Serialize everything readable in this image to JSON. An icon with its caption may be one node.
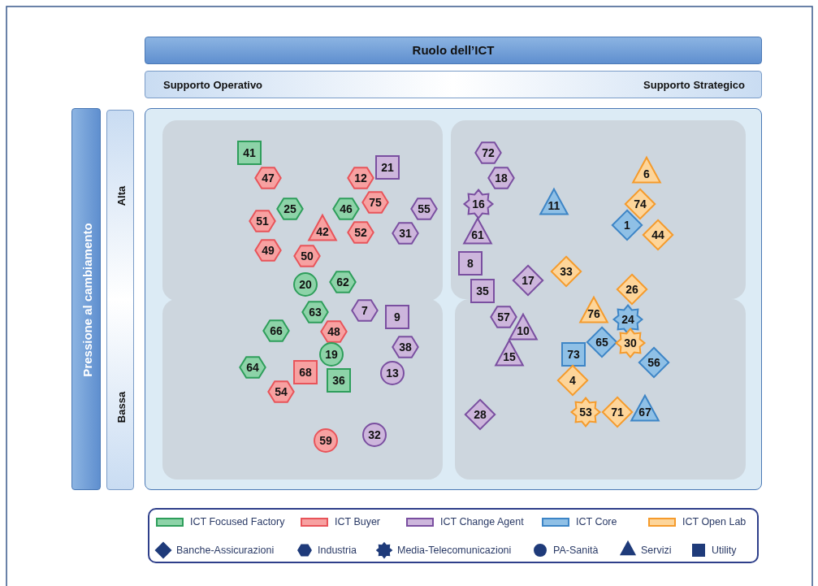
{
  "diagram": {
    "nodes": [
      {
        "text": [
          "Ruolo dell’ICT"
        ]
      },
      {
        "text": [
          "Supporto Operativo",
          "Supporto Strategico"
        ]
      },
      {
        "text": [
          "Pressione al cambiamento"
        ]
      },
      {
        "text": [
          "Alta",
          "Bassa"
        ]
      },
      {
        "text": [],
        "shape": "box"
      },
      {
        "text": [
          "41"
        ],
        "in": 4
      },
      {
        "text": [
          "47"
        ],
        "in": 4
      },
      {
        "text": [
          "25"
        ],
        "in": 4
      },
      {
        "text": [
          "51"
        ],
        "in": 4
      },
      {
        "text": [
          "49"
        ],
        "in": 4
      },
      {
        "text": [
          "42"
        ],
        "in": 4
      },
      {
        "text": [
          "50"
        ],
        "in": 4
      },
      {
        "text": [
          "12"
        ],
        "in": 4
      },
      {
        "text": [
          "21"
        ],
        "in": 4
      },
      {
        "text": [
          "46"
        ],
        "in": 4
      },
      {
        "text": [
          "75"
        ],
        "in": 4
      },
      {
        "text": [
          "52"
        ],
        "in": 4
      },
      {
        "text": [
          "55"
        ],
        "in": 4
      },
      {
        "text": [
          "31"
        ],
        "in": 4
      },
      {
        "text": [
          "20"
        ],
        "in": 4
      },
      {
        "text": [
          "62"
        ],
        "in": 4
      },
      {
        "text": [
          "63"
        ],
        "in": 4
      },
      {
        "text": [
          "7"
        ],
        "in": 4
      },
      {
        "text": [
          "9"
        ],
        "in": 4
      },
      {
        "text": [
          "66"
        ],
        "in": 4
      },
      {
        "text": [
          "48"
        ],
        "in": 4
      },
      {
        "text": [
          "19"
        ],
        "in": 4
      },
      {
        "text": [
          "38"
        ],
        "in": 4
      },
      {
        "text": [
          "64"
        ],
        "in": 4
      },
      {
        "text": [
          "68"
        ],
        "in": 4
      },
      {
        "text": [
          "36"
        ],
        "in": 4
      },
      {
        "text": [
          "13"
        ],
        "in": 4
      },
      {
        "text": [
          "54"
        ],
        "in": 4
      },
      {
        "text": [
          "59"
        ],
        "in": 4
      },
      {
        "text": [
          "32"
        ],
        "in": 4
      },
      {
        "text": [
          "72"
        ],
        "in": 4
      },
      {
        "text": [
          "18"
        ],
        "in": 4
      },
      {
        "text": [
          "16"
        ],
        "in": 4
      },
      {
        "text": [
          "61"
        ],
        "in": 4
      },
      {
        "text": [
          "8"
        ],
        "in": 4
      },
      {
        "text": [
          "35"
        ],
        "in": 4
      },
      {
        "text": [
          "17"
        ],
        "in": 4
      },
      {
        "text": [
          "57"
        ],
        "in": 4
      },
      {
        "text": [
          "10"
        ],
        "in": 4
      },
      {
        "text": [
          "15"
        ],
        "in": 4
      },
      {
        "text": [
          "28"
        ],
        "in": 4
      },
      {
        "text": [
          "11"
        ],
        "in": 4
      },
      {
        "text": [
          "33"
        ],
        "in": 4
      },
      {
        "text": [
          "76"
        ],
        "in": 4
      },
      {
        "text": [
          "65"
        ],
        "in": 4
      },
      {
        "text": [
          "73"
        ],
        "in": 4
      },
      {
        "text": [
          "4"
        ],
        "in": 4
      },
      {
        "text": [
          "53"
        ],
        "in": 4
      },
      {
        "text": [
          "71"
        ],
        "in": 4
      },
      {
        "text": [
          "67"
        ],
        "in": 4
      },
      {
        "text": [
          "6"
        ],
        "in": 4
      },
      {
        "text": [
          "74"
        ],
        "in": 4
      },
      {
        "text": [
          "1"
        ],
        "in": 4
      },
      {
        "text": [
          "44"
        ],
        "in": 4
      },
      {
        "text": [
          "26"
        ],
        "in": 4
      },
      {
        "text": [
          "24"
        ],
        "in": 4
      },
      {
        "text": [
          "30"
        ],
        "in": 4
      },
      {
        "text": [
          "56"
        ],
        "in": 4
      }
    ],
    "legend": [
      {
        "text": "ICT Focused Factory",
        "color": "#8dd3a8"
      },
      {
        "text": "ICT Buyer",
        "color": "#f7a1a1"
      },
      {
        "text": "ICT Change Agent",
        "color": "#cdb6dc"
      },
      {
        "text": "ICT Core",
        "color": "#8fc0e6"
      },
      {
        "text": "ICT Open Lab",
        "color": "#fdd59a"
      },
      {
        "text": "Banche-Assicurazioni"
      },
      {
        "text": "Industria"
      },
      {
        "text": "Media-Telecomunicazioni"
      },
      {
        "text": "PA-Sanità"
      },
      {
        "text": "Servizi"
      },
      {
        "text": "Utility"
      }
    ]
  }
}
